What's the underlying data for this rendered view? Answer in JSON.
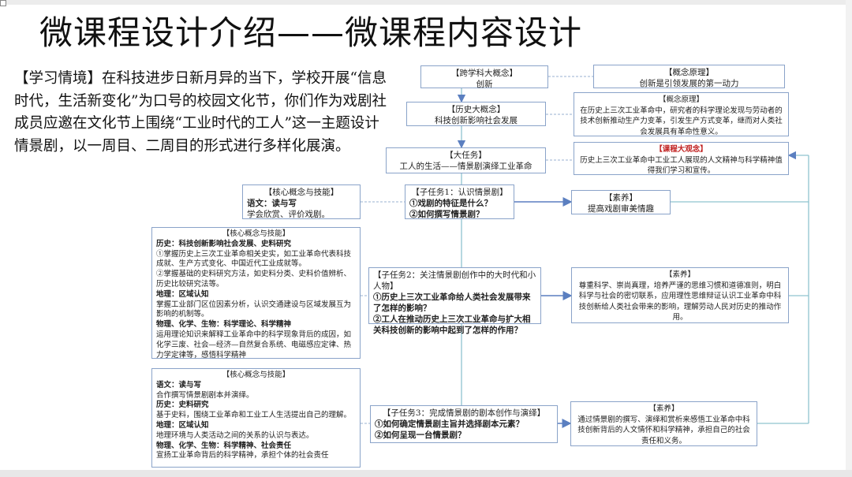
{
  "title": "微课程设计介绍——微课程内容设计",
  "intro": "【学习情境】在科技进步日新月异的当下，学校开展“信息时代，生活新变化”为口号的校园文化节，你们作为戏剧社成员应邀在文化节上围绕“工业时代的工人”这一主题设计情景剧，以一周目、二周目的形式进行多样化展演。",
  "diagram": {
    "cross_concept": {
      "head": "【跨学科大概念】",
      "body": "创新"
    },
    "principle1": {
      "head": "【概念原理】",
      "body": "创新是引领发展的第一动力"
    },
    "history_concept": {
      "head": "【历史大概念】",
      "body": "科技创新影响社会发展"
    },
    "principle2": {
      "head": "【概念原理】",
      "body": "在历史上三次工业革命中，研究者的科学理论发现与劳动者的技术创新推动生产力变革，引发生产方式变革，继而对人类社会发展具有革命性意义。"
    },
    "big_task": {
      "head": "【大任务】",
      "body": "工人的生活——情景剧演绎工业革命"
    },
    "course_concept": {
      "head": "【课程大观念】",
      "body": "历史上三次工业革命中工业工人展现的人文精神与科学精神值得我们学习和宣传。",
      "head_color": "#c0201f"
    },
    "core1": {
      "head": "【核心概念与技能】",
      "lines": [
        "语文：读与写",
        "学会欣赏、评价戏剧。"
      ]
    },
    "subtask1": {
      "head": "【子任务1：认识情景剧】",
      "lines": [
        "①戏剧的特征是什么？",
        "②如何撰写情景剧？"
      ]
    },
    "literacy1": {
      "head": "【素养】",
      "body": "提高戏剧审美情趣"
    },
    "core2": {
      "head": "【核心概念与技能】",
      "lines": [
        "历史：科技创新影响社会发展、史料研究",
        "①掌握历史上三次工业革命相关史实，如工业革命代表科技成就、生产方式变化、中国近代工业成就等。",
        "②掌握基础的史料研究方法，如史料分类、史料价值辨析、历史比较研究法等。",
        "地理：区域认知",
        "掌握工业部门区位因素分析，认识交通建设与区域发展互为影响的机制等。",
        "物理、化学、生物：科学理论、科学精神",
        "运用理论知识来解释工业革命中的科学现象背后的成因，如化学三废、社会—经济—自然复合系统、电磁感应定律、热力学定律等，感悟科学精神"
      ]
    },
    "subtask2": {
      "head": "【子任务2：关注情景剧创作中的大时代和小人物】",
      "lines": [
        "①历史上三次工业革命给人类社会发展带来了怎样的影响？",
        "②工人在推动历史上三次工业革命与扩大相关科技创新的影响中起到了怎样的作用？"
      ]
    },
    "literacy2": {
      "head": "【素养】",
      "body": "尊重科学、崇尚真理，培养严谨的思维习惯和道德准则，明白科学与社会的密切联系，应用理性思维辩证认识工业革命中科技创新给人类社会带来的影响，理解劳动人民对历史的推动作用。"
    },
    "core3": {
      "head": "【核心概念与技能】",
      "lines": [
        "语文：读与写",
        "合作撰写情景剧剧本并演绎。",
        "历史：史料研究",
        "基于史料，围绕工业革命和工业工人生活提出自己的理解。",
        "地理：区域认知",
        "地理环境与人类活动之间的关系的认识与表达。",
        "物理、化学、生物：科学精神、社会责任",
        "宣扬工业革命背后的科学精神，承担个体的社会责任"
      ]
    },
    "subtask3": {
      "head": "【子任务3：完成情景剧的剧本创作与演绎】",
      "lines": [
        "①如何确定情景剧主旨并选择剧本元素？",
        "②如何呈现一台情景剧？"
      ]
    },
    "literacy3": {
      "head": "【素养】",
      "body": "通过情景剧的撰写、演绎和赏析来感悟工业革命中科技创新背后的人文情怀和科学精神，承担自己的社会责任和义务。"
    }
  }
}
